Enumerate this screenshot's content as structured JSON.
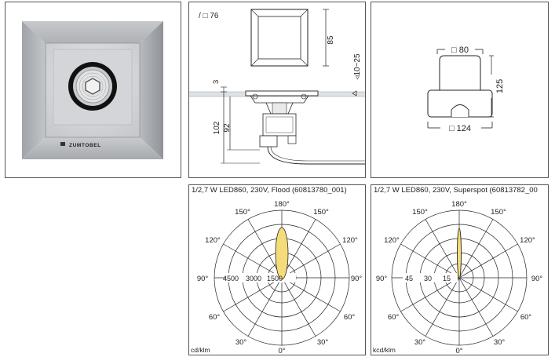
{
  "photo": {
    "brand": "ZUMTOBEL",
    "colors": {
      "frame": "#b9bcc0",
      "face": "#d9dbde",
      "lens": "#1a1a1a"
    }
  },
  "dimension_drawing": {
    "mount_label": "/ □ 76",
    "dim_85": "85",
    "dim_3": "3",
    "dim_10_25": "◃10~25",
    "dim_102": "102",
    "dim_92": "92"
  },
  "module_drawing": {
    "dim_top": "□ 80",
    "dim_height": "125",
    "dim_bottom": "□ 124"
  },
  "polar_left": {
    "title": "1/2,7 W LED860, 230V, Flood (60813780_001)",
    "unit": "cd/klm",
    "angle_labels": [
      "180°",
      "150°",
      "150°",
      "120°",
      "120°",
      "90°",
      "90°",
      "60°",
      "60°",
      "30°",
      "30°",
      "0°"
    ],
    "radial_labels": [
      "4500",
      "3000",
      "1500"
    ],
    "beam_color": "#f5dc7a"
  },
  "polar_right": {
    "title": "1/2,7 W LED860, 230V, Superspot (60813782_00",
    "unit": "kcd/klm",
    "angle_labels": [
      "180°",
      "150°",
      "150°",
      "120°",
      "120°",
      "90°",
      "90°",
      "60°",
      "60°",
      "30°",
      "30°",
      "0°"
    ],
    "radial_labels": [
      "45",
      "30",
      "15"
    ],
    "beam_color": "#f5dc7a"
  }
}
